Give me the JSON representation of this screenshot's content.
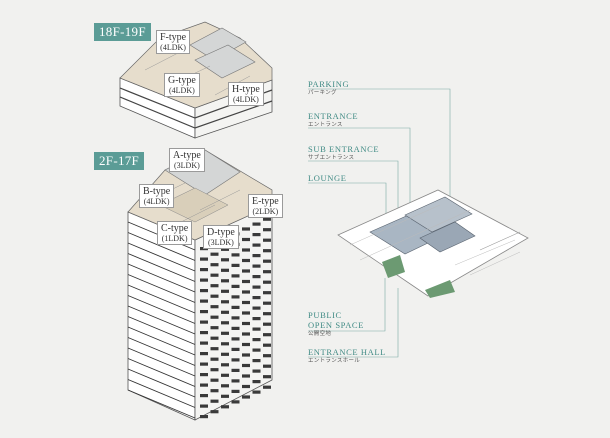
{
  "floor_tags": {
    "upper": "18F-19F",
    "lower": "2F-17F"
  },
  "units": {
    "f": {
      "type": "F-type",
      "layout": "(4LDK)"
    },
    "g": {
      "type": "G-type",
      "layout": "(4LDK)"
    },
    "h": {
      "type": "H-type",
      "layout": "(4LDK)"
    },
    "a": {
      "type": "A-type",
      "layout": "(3LDK)"
    },
    "b": {
      "type": "B-type",
      "layout": "(4LDK)"
    },
    "e": {
      "type": "E-type",
      "layout": "(2LDK)"
    },
    "c": {
      "type": "C-type",
      "layout": "(1LDK)"
    },
    "d": {
      "type": "D-type",
      "layout": "(3LDK)"
    }
  },
  "legend": {
    "parking": {
      "en": "PARKING",
      "jp": "パーキング"
    },
    "entrance": {
      "en": "ENTRANCE",
      "jp": "エントランス"
    },
    "sub_entrance": {
      "en": "SUB ENTRANCE",
      "jp": "サブエントランス"
    },
    "lounge": {
      "en": "LOUNGE",
      "jp": ""
    },
    "public_open_space": {
      "en1": "PUBLIC",
      "en2": "OPEN SPACE",
      "jp": "公開空地"
    },
    "entrance_hall": {
      "en": "ENTRANCE HALL",
      "jp": "エントランスホール"
    }
  },
  "colors": {
    "accent": "#5b9c96",
    "tower_face": "#ffffff",
    "floor_beige": "#e4dccb",
    "floor_grey": "#cfd2d2",
    "lounge_blue": "#a9b6c3",
    "green": "#6c9a72"
  }
}
